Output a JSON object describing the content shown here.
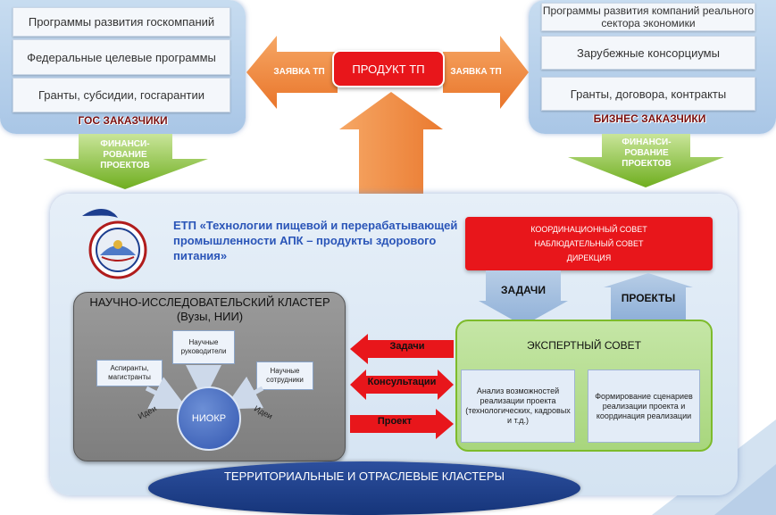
{
  "gov": {
    "items": [
      "Программы развития госкомпаний",
      "Федеральные целевые программы",
      "Гранты, субсидии, госгарантии"
    ],
    "title": "ГОС ЗАКАЗЧИКИ",
    "financing": "ФИНАНСИ-РОВАНИЕ ПРОЕКТОВ"
  },
  "biz": {
    "items": [
      "Программы развития компаний реального сектора экономики",
      "Зарубежные консорциумы",
      "Гранты, договора, контракты"
    ],
    "title": "БИЗНЕС ЗАКАЗЧИКИ",
    "financing": "ФИНАНСИ-РОВАНИЕ ПРОЕКТОВ"
  },
  "center": {
    "product": "ПРОДУКТ ТП",
    "request_left": "ЗАЯВКА ТП",
    "request_right": "ЗАЯВКА ТП"
  },
  "etp": {
    "title": "ЕТП «Технологии пищевой и перерабатывающей промышленности АПК – продукты здорового питания»"
  },
  "council": {
    "lines": [
      "КООРДИНАЦИОННЫЙ СОВЕТ",
      "НАБЛЮДАТЕЛЬНЫЙ СОВЕТ",
      "ДИРЕКЦИЯ"
    ],
    "tasks": "ЗАДАЧИ",
    "projects": "ПРОЕКТЫ"
  },
  "research": {
    "title": "НАУЧНО-ИССЛЕДОВАТЕЛЬСКИЙ КЛАСТЕР (Вузы, НИИ)",
    "supervisors": "Научные руководители",
    "students": "Аспиранты, магистранты",
    "staff": "Научные сотрудники",
    "core": "НИОКР",
    "ideas_left": "Идеи",
    "ideas_right": "Идеи"
  },
  "flows": {
    "tasks": "Задачи",
    "consult": "Консультации",
    "project": "Проект"
  },
  "expert": {
    "title": "ЭКСПЕРТНЫЙ СОВЕТ",
    "analysis": "Анализ возможностей реализации проекта (технологических, кадровых и т.д.)",
    "scenarios": "Формирование сценариев реализации проекта и координация реализации"
  },
  "bottom": {
    "label": "ТЕРРИТОРИАЛЬНЫЕ И ОТРАСЛЕВЫЕ КЛАСТЕРЫ"
  },
  "colors": {
    "red": "#e8161b",
    "orange": "#f0883a",
    "green": "#7dbb2b",
    "navy": "#1d3e8f",
    "maroon": "#7a1010"
  }
}
